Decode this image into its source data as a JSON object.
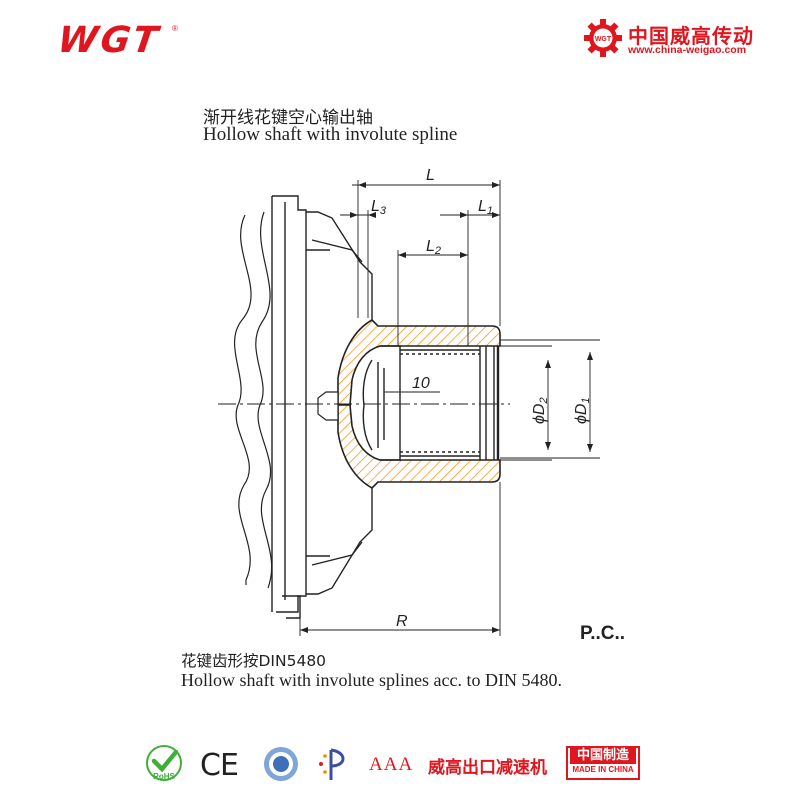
{
  "header": {
    "logo": "WGT",
    "logo_reg": "®",
    "brand_cn": "中国威高传动",
    "brand_url": "www.china-weigao.com",
    "gear_badge_text": "WGT"
  },
  "drawing": {
    "title_cn": "渐开线花键空心输出轴",
    "title_en": "Hollow shaft with involute spline",
    "dims": {
      "L": "L",
      "L1": "L",
      "L1_sub": "1",
      "L2": "L",
      "L2_sub": "2",
      "L3": "L",
      "L3_sub": "3",
      "ten": "10",
      "R": "R",
      "D1": "ϕD",
      "D1_sub": "1",
      "D2": "ϕD",
      "D2_sub": "2"
    },
    "pc_label": "P..C..",
    "note_cn": "花键齿形按DIN5480",
    "note_en": "Hollow shaft with involute splines acc. to DIN 5480."
  },
  "footer": {
    "rohs": "RoHS",
    "ce": "CE",
    "aaa": "AAA",
    "brand_cn": "威高出口减速机",
    "made_cn": "中国制造",
    "made_en": "MADE IN CHINA"
  },
  "colors": {
    "brand_red": "#e0161e",
    "line": "#222222",
    "hatch_orange": "#ff8a00"
  },
  "icons": [
    "gear-icon",
    "rohs-check-icon",
    "ce-mark",
    "cqc-badge-icon",
    "star-p-logo-icon"
  ]
}
